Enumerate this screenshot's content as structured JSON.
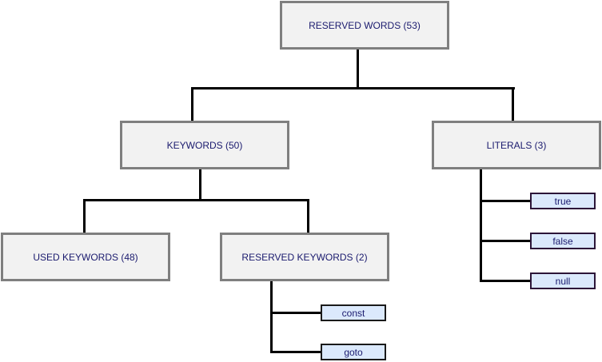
{
  "diagram": {
    "root": {
      "label": "RESERVED WORDS (53)"
    },
    "keywords": {
      "label": "KEYWORDS (50)"
    },
    "literals": {
      "label": "LITERALS (3)",
      "items": [
        "true",
        "false",
        "null"
      ]
    },
    "used_keywords": {
      "label": "USED KEYWORDS (48)"
    },
    "reserved_keywords": {
      "label": "RESERVED KEYWORDS (2)",
      "items": [
        "const",
        "goto"
      ]
    }
  },
  "colors": {
    "box_fill": "#f2f2f2",
    "box_border": "#7f7f7f",
    "text": "#1a1a6e",
    "leaf_fill": "#dbe9fc",
    "connector": "#000000"
  }
}
